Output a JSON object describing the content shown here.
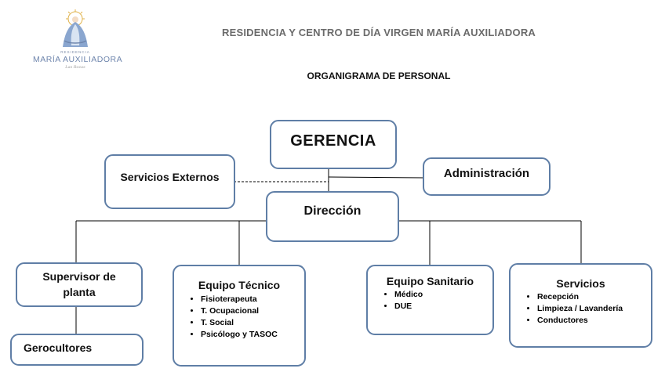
{
  "logo": {
    "top_text": "RESIDENCIA",
    "name": "MARÍA AUXILIADORA",
    "signature": "Las Rozas"
  },
  "header": {
    "title": "RESIDENCIA Y CENTRO DE DÍA VIRGEN MARÍA AUXILIADORA",
    "subtitle": "ORGANIGRAMA DE PERSONAL"
  },
  "org": {
    "gerencia": "GERENCIA",
    "servicios_externos": "Servicios Externos",
    "administracion": "Administración",
    "direccion": "Dirección",
    "supervisor": "Supervisor de planta",
    "gerocultores": "Gerocultores",
    "equipo_tecnico": {
      "title": "Equipo Técnico",
      "items": [
        "Fisioterapeuta",
        "T. Ocupacional",
        "T. Social",
        "Psicólogo y TASOC"
      ]
    },
    "equipo_sanitario": {
      "title": "Equipo Sanitario",
      "items": [
        "Médico",
        "DUE"
      ]
    },
    "servicios": {
      "title": "Servicios",
      "items": [
        "Recepción",
        "Limpieza / Lavandería",
        "Conductores"
      ]
    }
  },
  "colors": {
    "box_border": "#5f7ea6",
    "line": "#000000",
    "title_gray": "#6b6b6b",
    "logo_blue": "#6f86ad"
  }
}
